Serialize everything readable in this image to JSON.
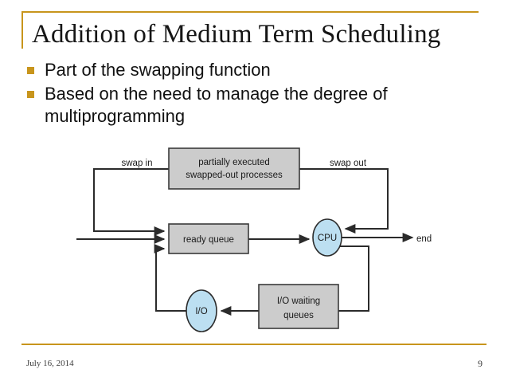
{
  "slide": {
    "title": "Addition of Medium Term Scheduling",
    "bullets": [
      {
        "text": "Part of the swapping function"
      },
      {
        "text": "Based on the need to manage the degree of multiprogramming"
      }
    ],
    "accent_color": "#C8951C",
    "footer": {
      "date": "July 16, 2014",
      "page_number": "9"
    }
  },
  "diagram": {
    "nodes": {
      "swapped_box": "partially executed swapped-out processes",
      "swapped_box_line1": "partially executed",
      "swapped_box_line2": "swapped-out processes",
      "ready_queue": "ready queue",
      "cpu": "CPU",
      "io": "I/O",
      "io_waiting_line1": "I/O waiting",
      "io_waiting_line2": "queues"
    },
    "edge_labels": {
      "swap_in": "swap in",
      "swap_out": "swap out",
      "end": "end"
    },
    "colors": {
      "box_fill": "#CCCCCC",
      "ellipse_fill": "#BCDFF1",
      "stroke": "#2B2B2B"
    }
  }
}
